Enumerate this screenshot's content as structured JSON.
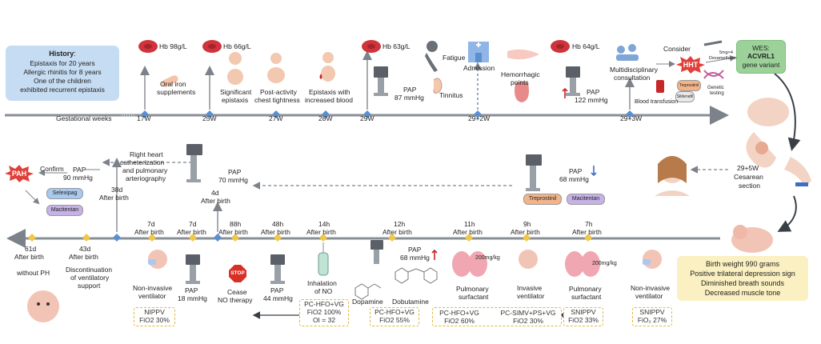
{
  "history": {
    "title": "History",
    "lines": [
      "Epistaxis for 20 years",
      "Allergic rhinitis for 8 years",
      "One of the children",
      "exhibited recurrent epistaxis"
    ]
  },
  "timeline_top": {
    "label": "Gestational weeks",
    "ticks": [
      "17W",
      "25W",
      "27W",
      "28W",
      "29W",
      "29+2W",
      "29+3W"
    ]
  },
  "top_events": {
    "hb98": "Hb 98g/L",
    "oral_iron": [
      "Oral iron",
      "supplements"
    ],
    "hb66": "Hb 66g/L",
    "sig_epistaxis": [
      "Significant",
      "epistaxis"
    ],
    "post_activity": [
      "Post-activity",
      "chest tightness"
    ],
    "epistaxis_blood": [
      "Epistaxis with",
      "increased blood"
    ],
    "hb63": "Hb 63g/L",
    "pap87": [
      "PAP",
      "87 mmHg"
    ],
    "fatigue": "Fatigue",
    "tinnitus": "Tinnitus",
    "admission": "Admission",
    "hemorrhagic": [
      "Hemorrhagic",
      "points"
    ],
    "hb64": "Hb 64g/L",
    "pap122": [
      "PAP",
      "122 mmHg"
    ],
    "multidisc": [
      "Multidisciplinary",
      "consultation"
    ],
    "consider": "Consider",
    "hht": "HHT",
    "dexa": [
      "5mg×4",
      "Dexamethasone"
    ],
    "treprostinil_small": "Treprostinil",
    "sildenafil": "Sildenafil",
    "genetic": [
      "Genetic",
      "testing"
    ],
    "transfusion": "Blood transfusion"
  },
  "wes": {
    "title": "WES:",
    "gene": "ACVRL1",
    "label": "gene variant"
  },
  "middle": {
    "pah": "PAH",
    "confirm": "Confirm",
    "pap90": [
      "PAP",
      "90 mmHg"
    ],
    "selexipag": "Selexipag",
    "macitentan": "Macitentan",
    "cath": [
      "Right heart",
      "catheterization",
      "and pulmonary",
      "arteriography"
    ],
    "d38": [
      "38d",
      "After birth"
    ],
    "pap70": [
      "PAP",
      "70 mmHg"
    ],
    "d4": [
      "4d",
      "After birth"
    ],
    "pap68": [
      "PAP",
      "68 mmHg"
    ],
    "treprostinil": "Treprostinil",
    "macitentan2": "Macitentan",
    "cesarean": [
      "29+5W",
      "Cesarean",
      "section"
    ]
  },
  "bottom_ticks": [
    [
      "61d",
      "After birth"
    ],
    [
      "43d",
      "After birth"
    ],
    [
      "7d",
      "After birth"
    ],
    [
      "7d",
      "After birth"
    ],
    [
      "88h",
      "After birth"
    ],
    [
      "48h",
      "After birth"
    ],
    [
      "14h",
      "After birth"
    ],
    [
      "12h",
      "After birth"
    ],
    [
      "11h",
      "After birth"
    ],
    [
      "9h",
      "After birth"
    ],
    [
      "7h",
      "After birth"
    ]
  ],
  "bottom_events": {
    "without_ph": "without PH",
    "discontinuation": [
      "Discontinuation",
      "of ventilatory",
      "support"
    ],
    "noninvasive1": [
      "Non-invasive",
      "ventilator"
    ],
    "pap18": [
      "PAP",
      "18 mmHg"
    ],
    "stop": "STOP",
    "cease_no": [
      "Cease",
      "NO therapy"
    ],
    "pap44": [
      "PAP",
      "44 mmHg"
    ],
    "inhalation_no": [
      "Inhalation",
      "of NO"
    ],
    "pap68b": [
      "PAP",
      "68 mmHg"
    ],
    "dopamine": "Dopamine",
    "dobutamine": "Dobutamine",
    "pulm_surf1": [
      "Pulmonary",
      "surfactant"
    ],
    "dose1": "200mg/kg",
    "invasive": [
      "Invasive",
      "ventilator"
    ],
    "pulm_surf2": [
      "Pulmonary",
      "surfactant"
    ],
    "dose2": "200mg/kg",
    "noninvasive2": [
      "Non-invasive",
      "ventilator"
    ]
  },
  "settings_boxes": [
    [
      "NIPPV",
      "FiO2 30%"
    ],
    [
      "PC-HFO+VG",
      "FiO2 100%",
      "OI = 32"
    ],
    [
      "PC-HFO+VG",
      "FiO2 55%"
    ],
    [
      "PC-HFO+VG",
      "FiO2 60%"
    ],
    [
      "PC-SIMV+PS+VG",
      "FiO2 30%"
    ],
    [
      "SNIPPV",
      "FiO2 33%"
    ],
    [
      "SNIPPV",
      "FiO₂ 27%"
    ]
  ],
  "birth_box": [
    "Birth weight 990 grams",
    "Positive trilateral depression sign",
    "Diminished breath sounds",
    "Decreased muscle tone"
  ],
  "colors": {
    "timeline": "#8a8f96",
    "diamond_blue": "#5a8fd0",
    "diamond_yellow": "#f2c744",
    "history_bg": "#c6dcf2",
    "wes_bg": "#9cd29a",
    "birth_bg": "#fbf0c1",
    "pah_red": "#e0403a",
    "hht_red": "#e0403a"
  }
}
